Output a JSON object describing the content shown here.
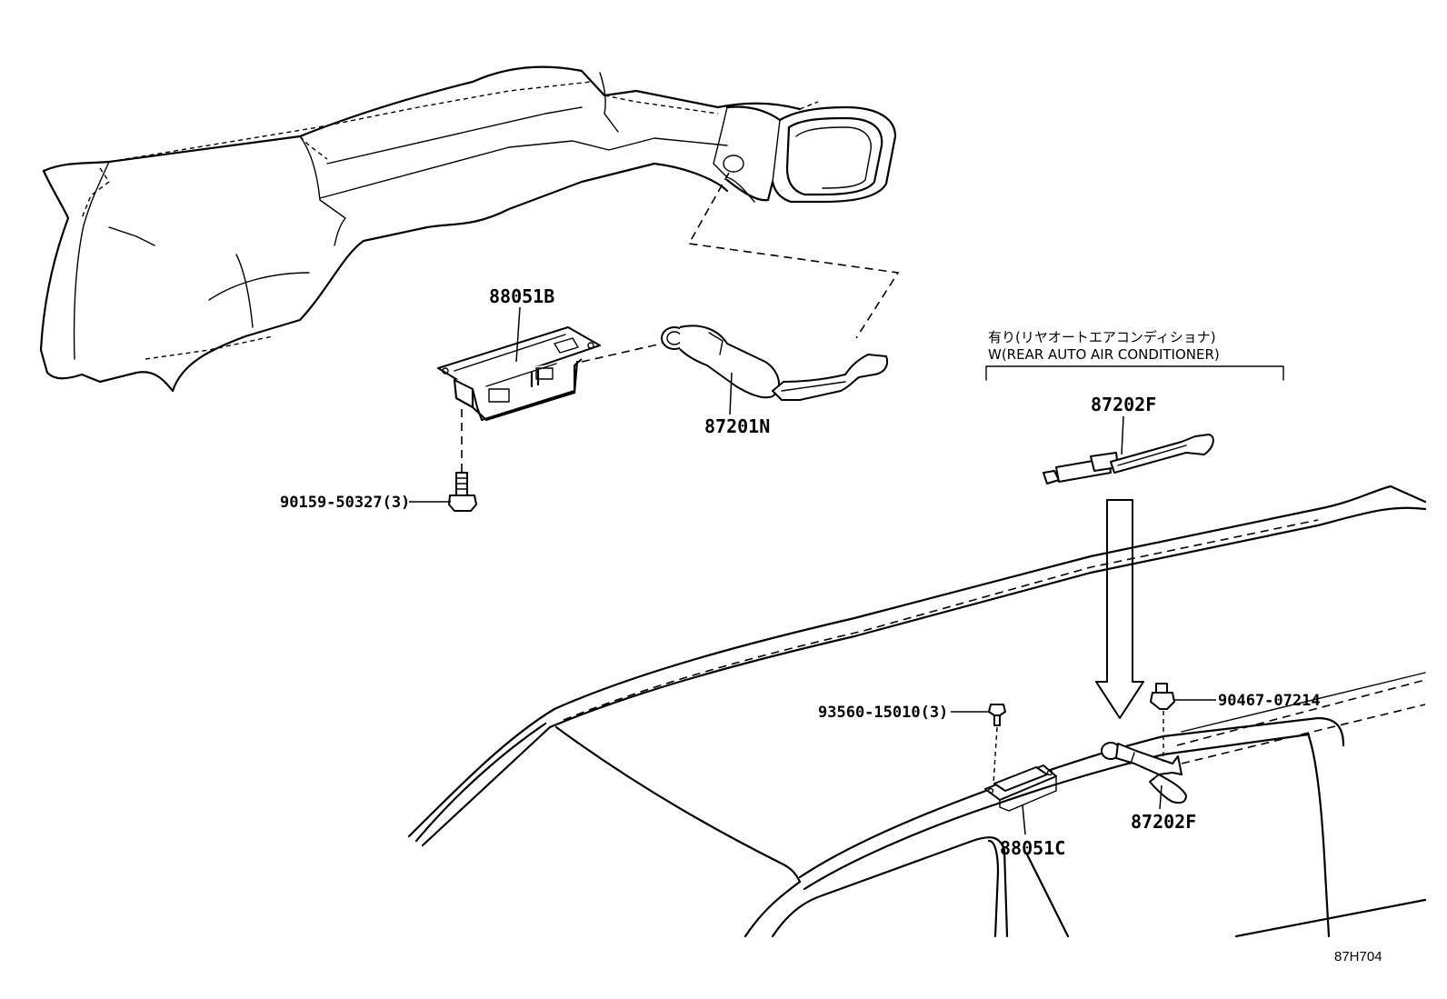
{
  "parts": {
    "computer_main": "88051B",
    "sensor_duct": "87201N",
    "bolt_main": "90159-50327(3)",
    "rear_sensor_top": "87202F",
    "screw_rear": "93560-15010(3)",
    "clip_rear": "90467-07214",
    "computer_rear": "88051C",
    "rear_sensor_bottom": "87202F"
  },
  "notes": {
    "option_jp": "有り(リヤオートエアコンディショナ)",
    "option_en": "W(REAR AUTO AIR CONDITIONER)"
  },
  "ref_code": "87H704"
}
